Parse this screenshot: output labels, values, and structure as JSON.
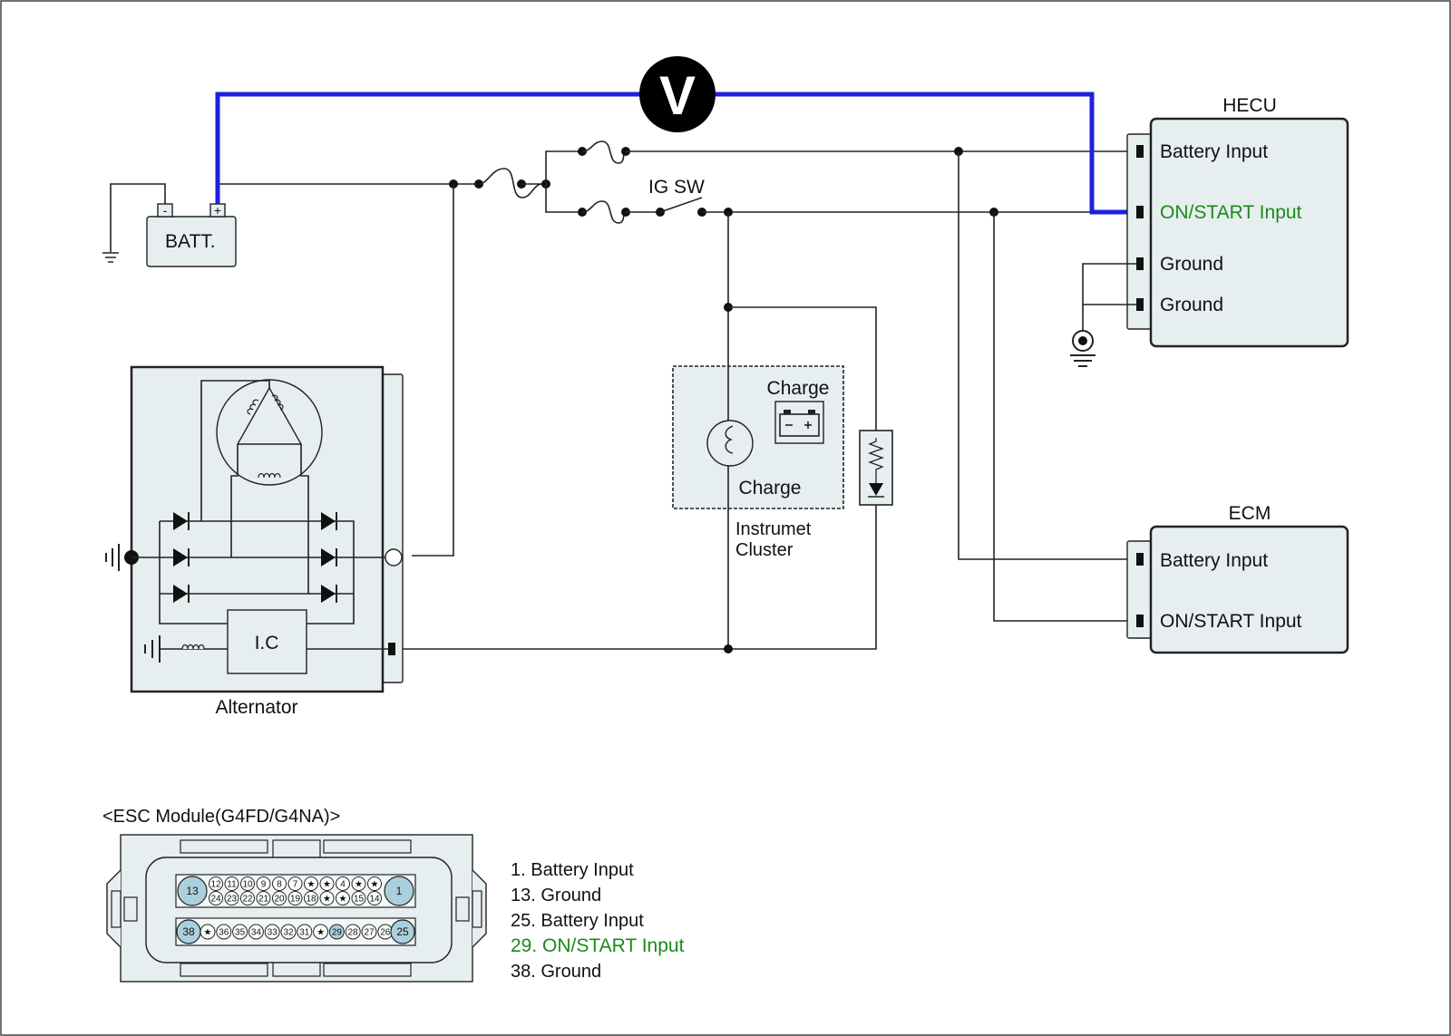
{
  "colors": {
    "meter_wire": "#1f1fe0",
    "highlight": "#1a8a1a",
    "module_fill": "#e6eef0",
    "pin_highlight": "#a9d0dc"
  },
  "meter": {
    "symbol": "V"
  },
  "battery": {
    "label": "BATT.",
    "neg": "-",
    "pos": "+"
  },
  "ig_switch": {
    "label": "IG SW"
  },
  "hecu": {
    "title": "HECU",
    "pins": [
      "Battery Input",
      "ON/START Input",
      "Ground",
      "Ground"
    ],
    "highlighted_pin_index": 1
  },
  "ecm": {
    "title": "ECM",
    "pins": [
      "Battery Input",
      "ON/START Input"
    ]
  },
  "cluster": {
    "warning_label": "Charge",
    "lamp_label": "Charge",
    "name_line1": "Instrumet",
    "name_line2": "Cluster"
  },
  "alternator": {
    "label": "Alternator",
    "ic_label": "I.C"
  },
  "connector": {
    "title": "<ESC Module(G4FD/G4NA)>",
    "row1": [
      "12",
      "11",
      "10",
      "9",
      "8",
      "7",
      "★",
      "★",
      "4",
      "★",
      "★"
    ],
    "row2": [
      "24",
      "23",
      "22",
      "21",
      "20",
      "19",
      "18",
      "★",
      "★",
      "15",
      "14"
    ],
    "row3": [
      "★",
      "36",
      "35",
      "34",
      "33",
      "32",
      "31",
      "★",
      "29",
      "28",
      "27",
      "26"
    ],
    "big_pins": [
      "13",
      "1",
      "38",
      "25"
    ],
    "highlighted_small_pin": "29"
  },
  "pin_legend": [
    {
      "text": "1. Battery Input",
      "highlight": false
    },
    {
      "text": "13. Ground",
      "highlight": false
    },
    {
      "text": "25. Battery Input",
      "highlight": false
    },
    {
      "text": "29. ON/START Input",
      "highlight": true
    },
    {
      "text": "38. Ground",
      "highlight": false
    }
  ]
}
